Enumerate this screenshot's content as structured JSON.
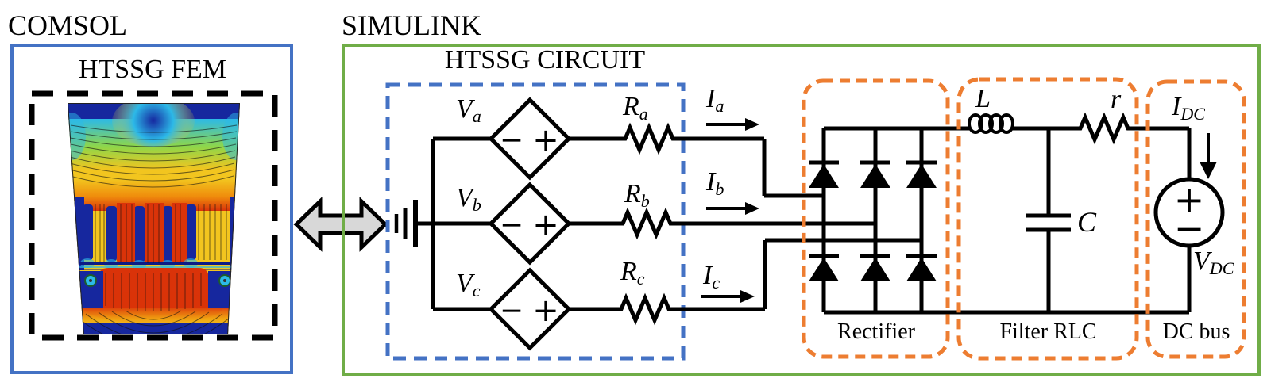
{
  "colors": {
    "comsol_border": "#4472C4",
    "simulink_border": "#70AD47",
    "circuit_dashed": "#4472C4",
    "stage_dashed": "#ED7D31",
    "arrow_fill": "#D8D8D8"
  },
  "comsol": {
    "label": "COMSOL",
    "fem_title": "HTSSG FEM"
  },
  "simulink": {
    "label": "SIMULINK",
    "circuit_title": "HTSSG CIRCUIT"
  },
  "phases": [
    {
      "v": "V",
      "r": "R",
      "i": "I",
      "sub": "a"
    },
    {
      "v": "V",
      "r": "R",
      "i": "I",
      "sub": "b"
    },
    {
      "v": "V",
      "r": "R",
      "i": "I",
      "sub": "c"
    }
  ],
  "rectifier": {
    "label": "Rectifier"
  },
  "filter": {
    "label": "Filter RLC",
    "inductor": "L",
    "resistor": "r",
    "capacitor": "C"
  },
  "dc_bus": {
    "label": "DC bus",
    "current": "I",
    "current_sub": "DC",
    "voltage": "V",
    "voltage_sub": "DC"
  },
  "symbols": {
    "plus": "+",
    "minus": "−"
  }
}
